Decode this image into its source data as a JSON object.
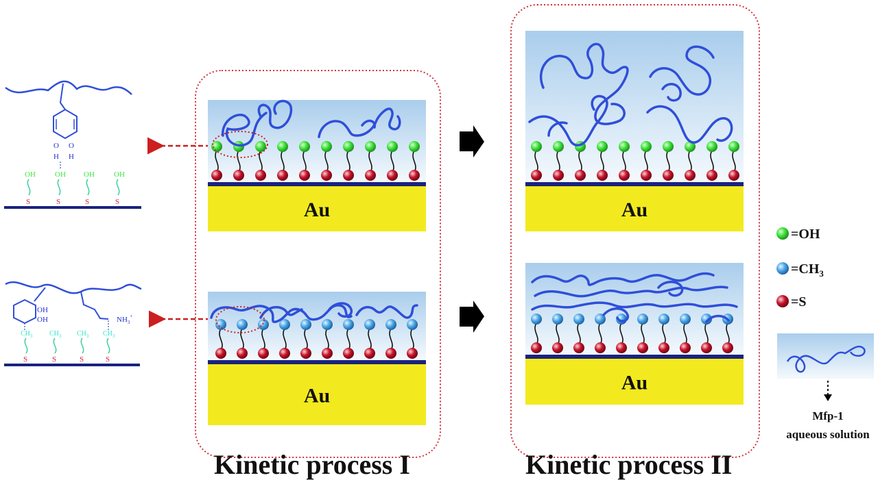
{
  "panels": {
    "substrate_label": "Au",
    "process_1_title": "Kinetic process I",
    "process_2_title": "Kinetic process II"
  },
  "legend": {
    "oh": "=OH",
    "ch3_main": "=CH",
    "ch3_sub": "3",
    "s": "=S",
    "mfp_line1": "Mfp-1",
    "mfp_line2": "aqueous solution"
  },
  "chem_top": {
    "oh": "OH",
    "s": "S",
    "o": "O",
    "h": "H"
  },
  "chem_bottom": {
    "oh1": "OH",
    "oh2": "OH",
    "ch3": "CH",
    "ch3_sub": "3",
    "s": "S",
    "nh3": "NH",
    "nh3_sub": "3",
    "nh3_sup": "+"
  },
  "colors": {
    "oh_bead": "#3ee03a",
    "ch3_bead": "#4aa6e6",
    "s_bead": "#c5142a",
    "polymer": "#2f4fd8",
    "gold": "#f2ea1e",
    "solution_top": "#a9cdec",
    "frame": "#d32f3a",
    "arrow": "#cc1f1f",
    "process_arrow": "#000000"
  }
}
